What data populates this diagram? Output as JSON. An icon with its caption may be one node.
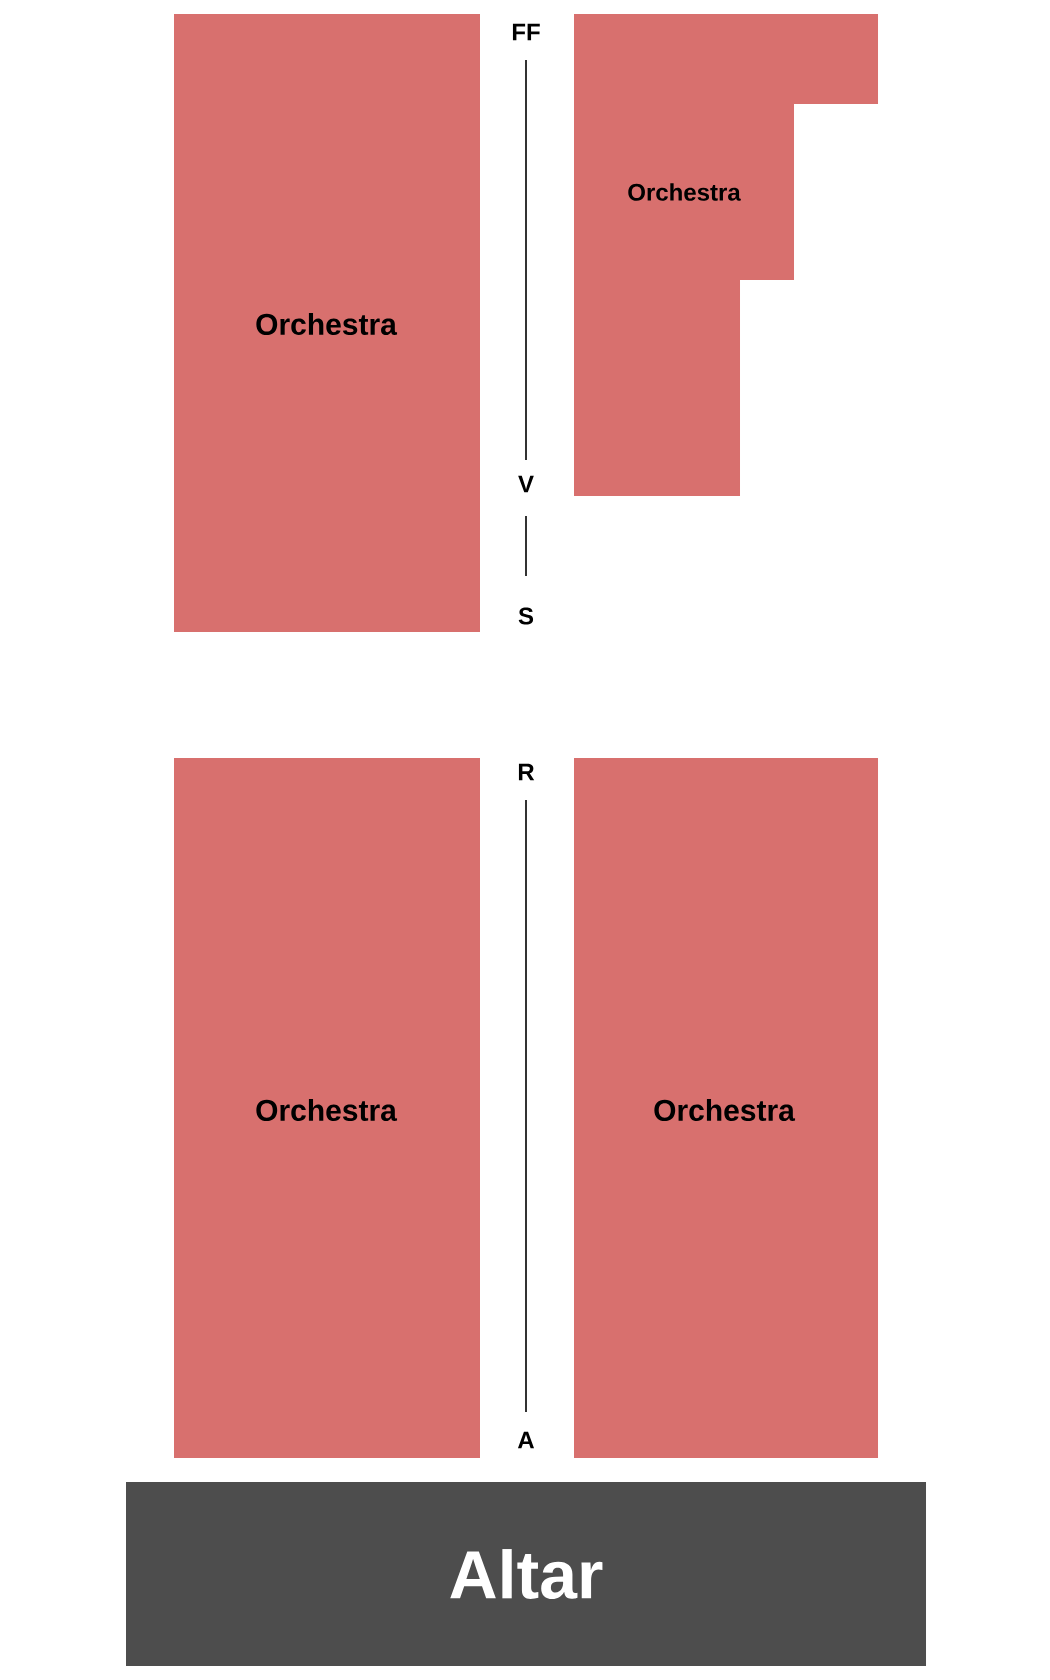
{
  "diagram": {
    "nodes": [
      {
        "text": [
          "Orchestra"
        ]
      },
      {
        "text": [
          "Orchestra"
        ]
      },
      {
        "text": [
          "Orchestra"
        ]
      },
      {
        "text": [
          "Orchestra"
        ]
      },
      {
        "text": [
          "Altar"
        ]
      }
    ],
    "labels": [
      "FF",
      "V",
      "S",
      "R",
      "A"
    ]
  }
}
